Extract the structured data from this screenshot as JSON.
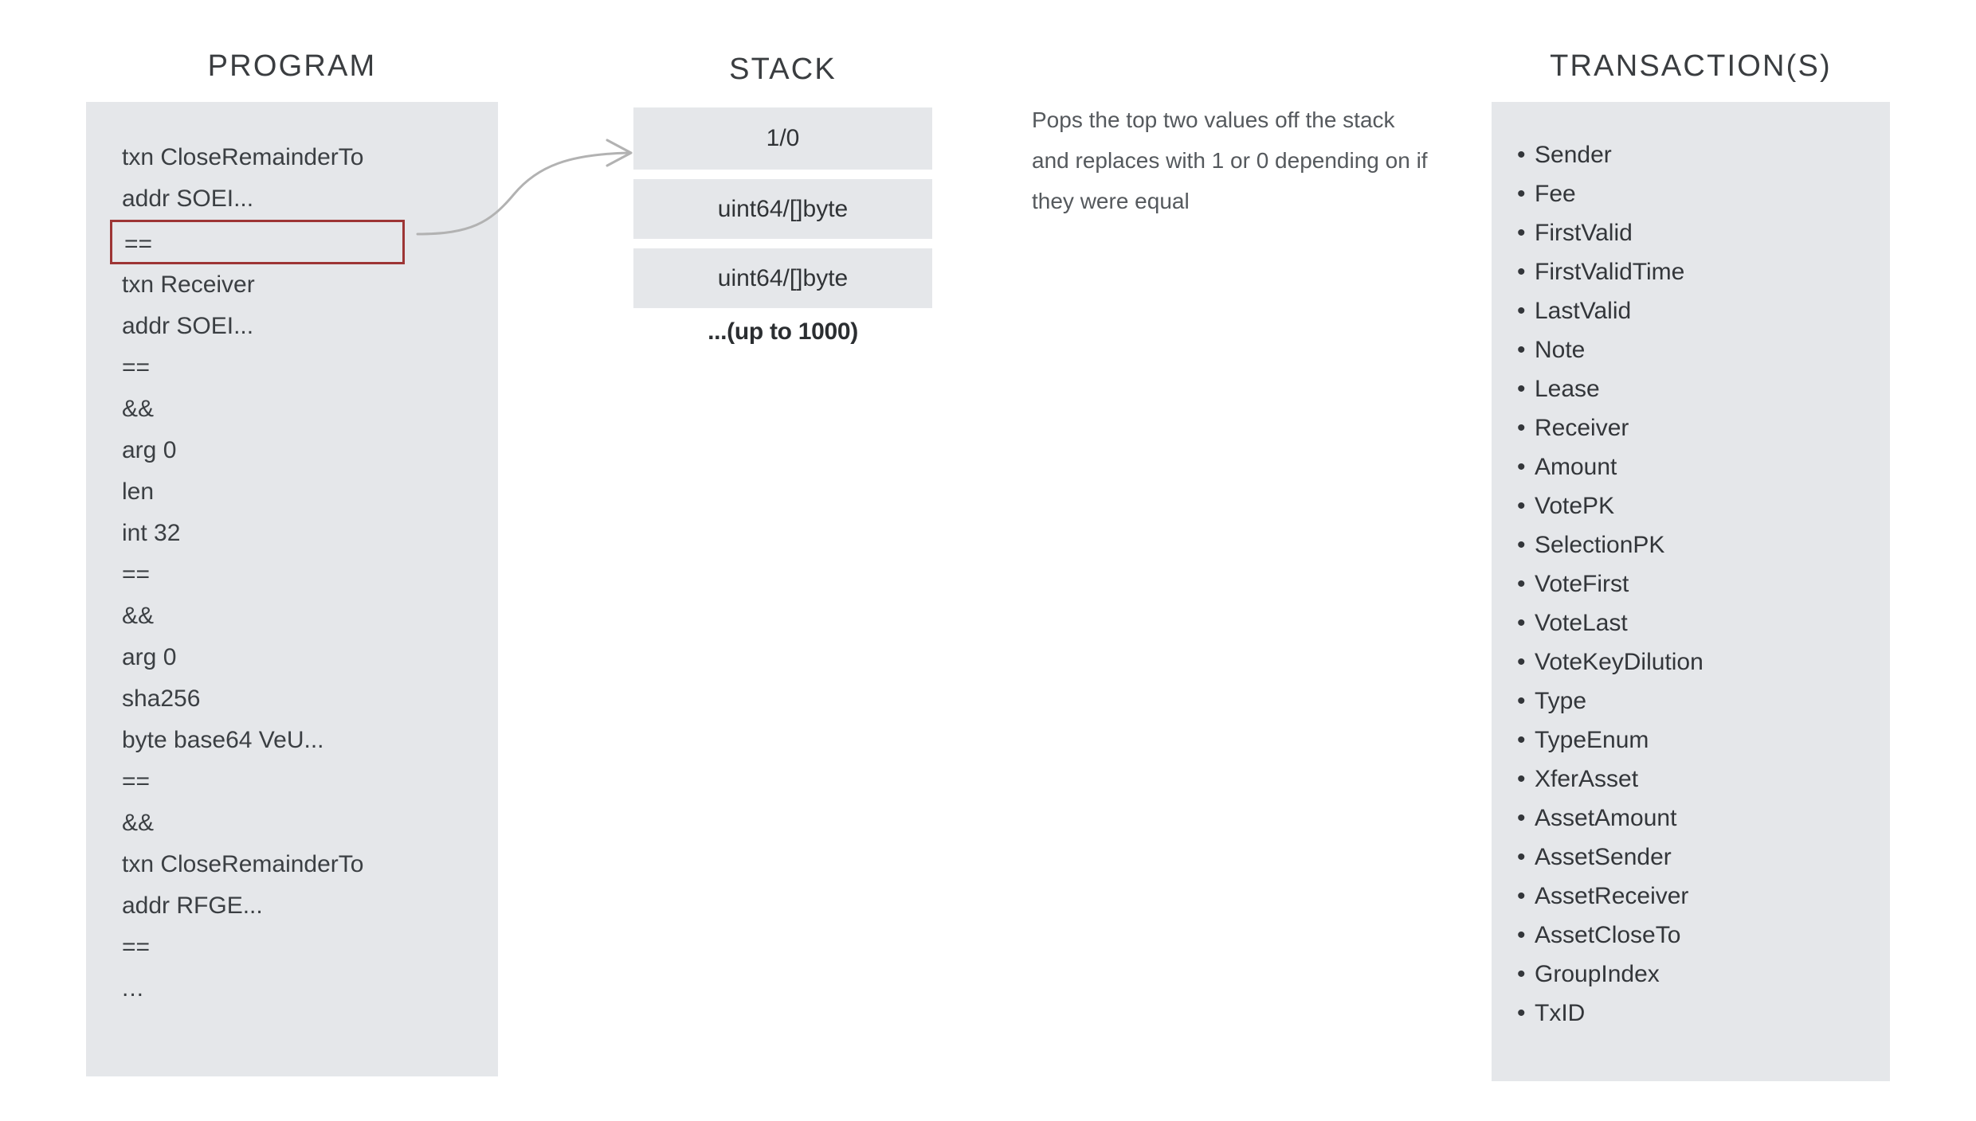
{
  "columns": {
    "program": {
      "heading": "PROGRAM"
    },
    "stack": {
      "heading": "STACK"
    },
    "transactions": {
      "heading": "TRANSACTION(S)"
    }
  },
  "program": {
    "lines": [
      {
        "text": "txn CloseRemainderTo",
        "highlighted": false
      },
      {
        "text": "addr SOEI...",
        "highlighted": false
      },
      {
        "text": "==",
        "highlighted": true
      },
      {
        "text": "txn Receiver",
        "highlighted": false
      },
      {
        "text": "addr SOEI...",
        "highlighted": false
      },
      {
        "text": "==",
        "highlighted": false
      },
      {
        "text": "&&",
        "highlighted": false
      },
      {
        "text": "arg 0",
        "highlighted": false
      },
      {
        "text": "len",
        "highlighted": false
      },
      {
        "text": "int 32",
        "highlighted": false
      },
      {
        "text": "==",
        "highlighted": false
      },
      {
        "text": "&&",
        "highlighted": false
      },
      {
        "text": "arg 0",
        "highlighted": false
      },
      {
        "text": "sha256",
        "highlighted": false
      },
      {
        "text": "byte base64 VeU...",
        "highlighted": false
      },
      {
        "text": "==",
        "highlighted": false
      },
      {
        "text": "&&",
        "highlighted": false
      },
      {
        "text": "txn CloseRemainderTo",
        "highlighted": false
      },
      {
        "text": "addr RFGE...",
        "highlighted": false
      },
      {
        "text": "==",
        "highlighted": false
      },
      {
        "text": "...",
        "highlighted": false
      }
    ]
  },
  "stack": {
    "cells": [
      "1/0",
      "uint64/[]byte",
      "uint64/[]byte"
    ],
    "note": "...(up to 1000)"
  },
  "annotation": {
    "text": "Pops the top two values off the stack and replaces with 1 or 0 depending on if they were equal"
  },
  "transactions": {
    "bullet": "•",
    "fields": [
      "Sender",
      "Fee",
      "FirstValid",
      "FirstValidTime",
      "LastValid",
      "Note",
      "Lease",
      "Receiver",
      "Amount",
      "VotePK",
      "SelectionPK",
      "VoteFirst",
      "VoteLast",
      "VoteKeyDilution",
      "Type",
      "TypeEnum",
      "XferAsset",
      "AssetAmount",
      "AssetSender",
      "AssetReceiver",
      "AssetCloseTo",
      "GroupIndex",
      "TxID"
    ]
  },
  "colors": {
    "panel_background": "#e5e7ea",
    "page_background": "#ffffff",
    "highlight_border": "#9d3535",
    "text": "#3b3f43",
    "annotation_text": "#55595d",
    "arrow": "#b0b0b0"
  }
}
